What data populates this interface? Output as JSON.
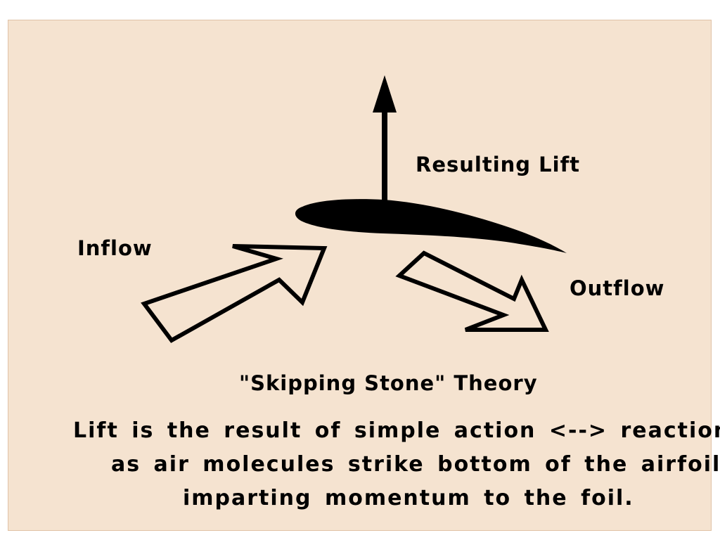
{
  "colors": {
    "panel_background": "#f5e3d0",
    "panel_border": "#e0c2a6",
    "ink": "#000000"
  },
  "labels": {
    "lift": "Resulting Lift",
    "inflow": "Inflow",
    "outflow": "Outflow"
  },
  "theory_title": "\"Skipping Stone\" Theory",
  "caption": {
    "line1": "Lift is the result of simple action <--> reaction",
    "line2": "as air molecules strike bottom of the airfoil",
    "line3": "imparting momentum to the foil."
  }
}
